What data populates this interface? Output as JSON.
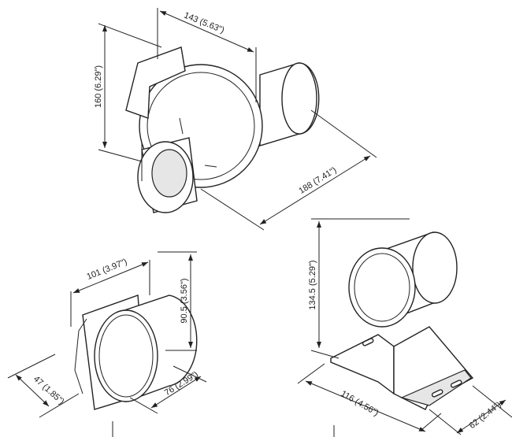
{
  "title": "Blower dimensional drawing",
  "blower": {
    "width_dim": "143 (5.63\")",
    "height_dim": "160 (6.29\")",
    "depth_dim": "188 (7.41\")"
  },
  "adapter": {
    "width_dim": "101 (3.97\")",
    "height_dim": "90.5 (3.56\")",
    "flange_dim": "47 (1.85\")",
    "depth_dim": "76 (2.99\")"
  },
  "bracket": {
    "height_dim": "134.5 (5.29\")",
    "length_dim": "116 (4.56\")",
    "width_dim": "62 (2.44\")"
  }
}
